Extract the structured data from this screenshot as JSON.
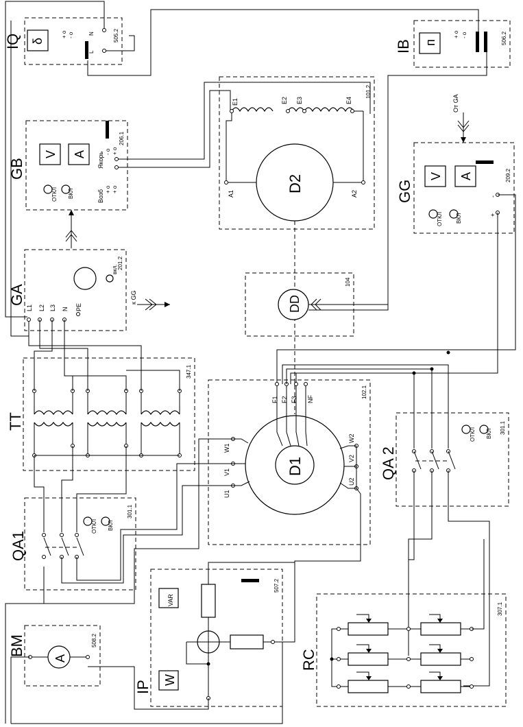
{
  "modules": {
    "iq": {
      "label": "IQ",
      "code": "505.2",
      "symbol": "δ",
      "pm": "+ o\n- o",
      "n": "N",
      "l": "L"
    },
    "ib": {
      "label": "IB",
      "code": "506.2",
      "symbol": "п",
      "pm": "+ o\n- o"
    },
    "gb": {
      "label": "GB",
      "code": "206.1",
      "meter_v": "V",
      "meter_a": "A",
      "armature": "Якорь",
      "excitation": "Возб",
      "pm": "+ o\n- o",
      "off": "ОТКЛ",
      "on": "ВКЛ"
    },
    "m101": {
      "code": "101.2",
      "e1": "E1",
      "e2": "E2",
      "e3": "E3",
      "e4": "E4",
      "a1": "A1",
      "a2": "A2",
      "machine": "D2"
    },
    "gg": {
      "label": "GG",
      "code": "209.2",
      "meter_v": "V",
      "meter_a": "A",
      "off": "ОТКЛ",
      "on": "ВКЛ",
      "from_ga": "От GA",
      "minus": "-",
      "plus": "+"
    },
    "ga": {
      "label": "GA",
      "code": "201.2",
      "on": "вкл.",
      "l1": "L1",
      "l2": "L2",
      "l3": "L3",
      "n": "N",
      "pe": "PE",
      "to_gg": "к GG"
    },
    "dd": {
      "code": "104",
      "machine": "DD"
    },
    "tt": {
      "label": "TT",
      "code": "347.1"
    },
    "m102": {
      "code": "102.1",
      "machine": "D1",
      "f1": "F1",
      "f2": "F2",
      "f3": "F3",
      "nf": "NF",
      "w1": "W1",
      "v1": "V1",
      "u1": "U1",
      "w2": "W2",
      "v2": "V2",
      "u2": "U2"
    },
    "qa2": {
      "label": "QA 2",
      "code": "301.1",
      "off": "ОТКЛ",
      "on": "ВКЛ"
    },
    "qa1": {
      "label": "QA1",
      "code": "301.1",
      "off": "ОТКЛ",
      "on": "ВКЛ"
    },
    "ip": {
      "label": "IP",
      "code": "507.2",
      "var": "VAR",
      "w": "W"
    },
    "bm": {
      "label": "BM",
      "code": "508.2",
      "meter": "A"
    },
    "rc": {
      "label": "RC",
      "code": "307.1"
    }
  }
}
